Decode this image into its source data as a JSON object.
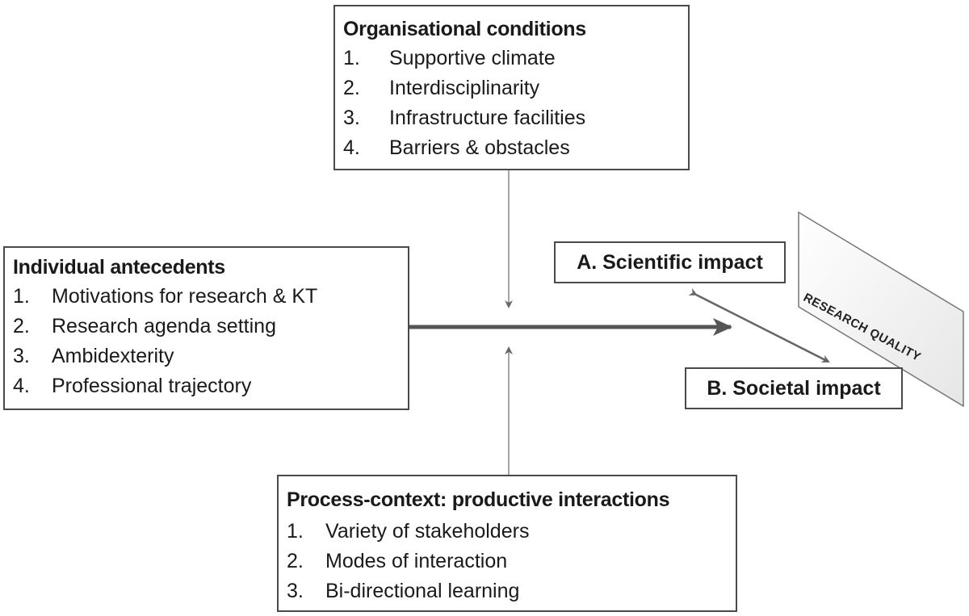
{
  "organisational": {
    "title": "Organisational conditions",
    "items": [
      {
        "num": "1.",
        "text": "Supportive climate"
      },
      {
        "num": "2.",
        "text": "Interdisciplinarity"
      },
      {
        "num": "3.",
        "text": "Infrastructure facilities"
      },
      {
        "num": "4.",
        "text": "Barriers & obstacles"
      }
    ]
  },
  "individual": {
    "title": "Individual  antecedents",
    "items": [
      {
        "num": "1.",
        "text": "Motivations for research & KT"
      },
      {
        "num": "2.",
        "text": "Research agenda setting"
      },
      {
        "num": "3.",
        "text": "Ambidexterity"
      },
      {
        "num": "4.",
        "text": "Professional trajectory"
      }
    ]
  },
  "process": {
    "title": "Process-context: productive  interactions",
    "items": [
      {
        "num": "1.",
        "text": "Variety of stakeholders"
      },
      {
        "num": "2.",
        "text": "Modes of interaction"
      },
      {
        "num": "3.",
        "text": "Bi-directional learning"
      }
    ]
  },
  "outcomes": {
    "scientific": "A. Scientific impact",
    "societal": "B. Societal impact",
    "research_quality": "RESEARCH QUALITY"
  },
  "colors": {
    "border": "#4a4a4a",
    "arrow": "#555555",
    "panel_shade": "#f0f0f0"
  }
}
